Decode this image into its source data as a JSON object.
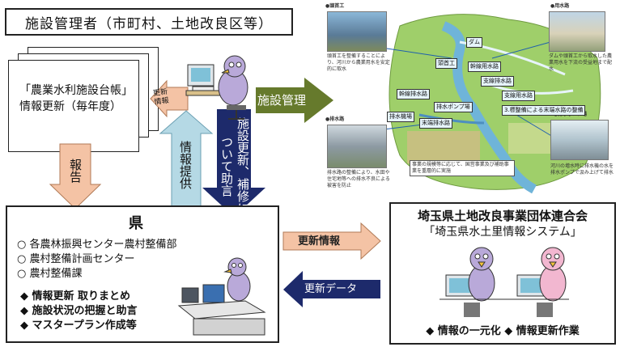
{
  "title": "施設管理者（市町村、土地改良区等）",
  "ledger": {
    "line1": "「農業水利施設台帳」",
    "line2": "情報更新（毎年度）"
  },
  "update_info_tag": {
    "line1": "更新",
    "line2": "情報"
  },
  "report_label": "報告",
  "info_provision_label": "情報提供",
  "advice_label": "施設更新、補修について助言",
  "facility_mgmt_label": "施設管理",
  "prefecture": {
    "name": "県",
    "orgs": [
      "○ 各農林振興センター農村整備部",
      "○ 農村整備計画センター",
      "○ 農村整備課"
    ],
    "tasks": [
      "◆ 情報更新 取りまとめ",
      "◆ 施設状況の把握と助言",
      "◆ マスタープラン作成等"
    ]
  },
  "update_info_arrow": "更新情報",
  "update_data_arrow": "更新データ",
  "association": {
    "name": "埼玉県土地改良事業団体連合会",
    "system": "「埼玉県水土里情報システム」",
    "tasks": "◆ 情報の一元化 ◆ 情報更新作業"
  },
  "map": {
    "headwork": {
      "title": "●頭首工",
      "caption": "頭首工を整備することにより、河川から農業用水を安定的に取水"
    },
    "canal": {
      "title": "●用水路",
      "caption": "ダムや頭首工から取水した農業用水を下流の受益地まで配水"
    },
    "drain": {
      "title": "●排水路",
      "caption": "排水路の整備により、水田や住宅地等への排水不良による被害を防止"
    },
    "pump": {
      "title": "●排水ポンプ場",
      "caption": "河川の増水時に排水機の水を排水ポンプで汲み上げて排水"
    },
    "note": "事業の規模等に応じて、国営事業及び補助事業を重層的に実施",
    "labels": [
      "ダム",
      "頭首工",
      "幹線用水路",
      "支線用水路",
      "幹線排水路",
      "排水機場",
      "末端排水路",
      "排水ポンプ場",
      "3.標整備による末端水路の整備",
      "支線排水路"
    ]
  },
  "colors": {
    "arrow_olive": "#667a2c",
    "arrow_lightblue": "#b5d9e5",
    "arrow_navy": "#1d2a6b",
    "arrow_peach": "#f4c3a5"
  }
}
